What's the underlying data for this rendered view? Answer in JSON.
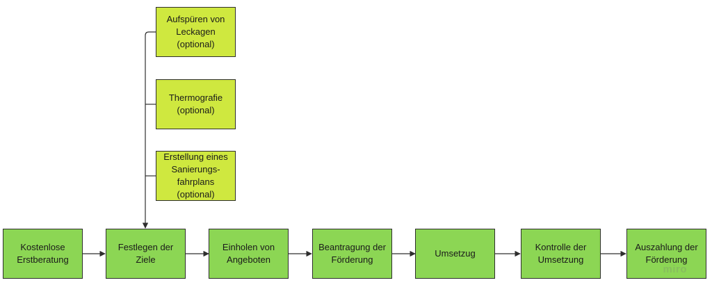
{
  "colors": {
    "process": "#8cd654",
    "optional": "#cfe83f",
    "stroke": "#2e2e2e"
  },
  "process_steps": [
    "Kostenlose\nErstberatung",
    "Festlegen der Ziele",
    "Einholen von\nAngeboten",
    "Beantragung der\nFörderung",
    "Umsetzug",
    "Kontrolle der\nUmsetzung",
    "Auszahlung der\nFörderung"
  ],
  "optional_steps": [
    "Aufspüren von\nLeckagen\n(optional)",
    "Thermografie\n(optional)",
    "Erstellung eines\nSanierungs-\nfahrplans\n(optional)"
  ],
  "watermark": "miro"
}
